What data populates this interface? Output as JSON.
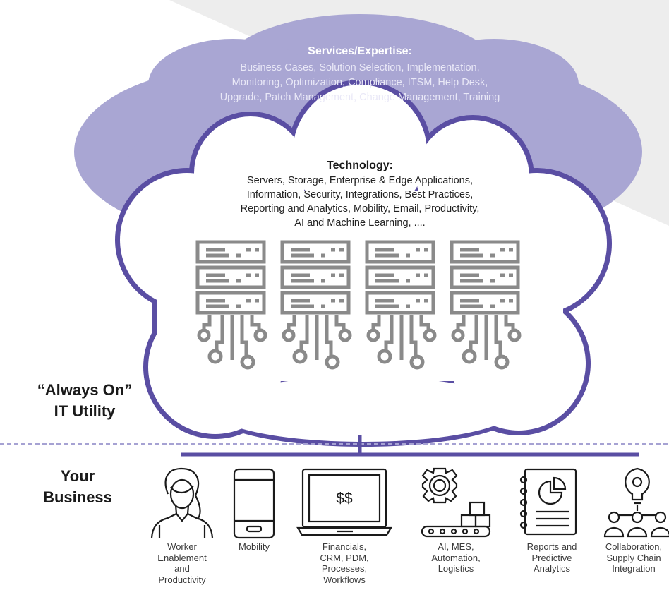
{
  "services": {
    "title": "Services/Expertise:",
    "lines": [
      "Business Cases, Solution Selection, Implementation,",
      "Monitoring, Optimization, Compliance, ITSM, Help Desk,",
      "Upgrade, Patch Management, Change Management, Training"
    ]
  },
  "technology": {
    "title": "Technology:",
    "lines": [
      "Servers, Storage, Enterprise & Edge Applications,",
      "Information, Security, Integrations, Best Practices,",
      "Reporting and Analytics, Mobility, Email, Productivity,",
      "AI and Machine Learning, ...."
    ]
  },
  "utility": {
    "line1": "“Always On”",
    "line2": "IT Utility"
  },
  "business": {
    "line1": "Your",
    "line2": "Business"
  },
  "icons": [
    {
      "name": "worker-icon",
      "caption": [
        "Worker",
        "Enablement",
        "and",
        "Productivity"
      ]
    },
    {
      "name": "mobility-icon",
      "caption": [
        "Mobility"
      ]
    },
    {
      "name": "laptop-icon",
      "screen_text": "$$",
      "caption": [
        "Financials,",
        "CRM, PDM,",
        "Processes,",
        "Workflows"
      ]
    },
    {
      "name": "automation-icon",
      "caption": [
        "AI, MES,",
        "Automation,",
        "Logistics"
      ]
    },
    {
      "name": "report-icon",
      "caption": [
        "Reports and",
        "Predictive",
        "Analytics"
      ]
    },
    {
      "name": "collaboration-icon",
      "caption": [
        "Collaboration,",
        "Supply Chain",
        "Integration"
      ]
    }
  ],
  "colors": {
    "services_cloud": "#a9a6d3",
    "tech_cloud_outline": "#5a4ea3",
    "server_gray": "#8a8a8a",
    "divider": "#a6a2d3",
    "backdrop": "#ededed"
  }
}
